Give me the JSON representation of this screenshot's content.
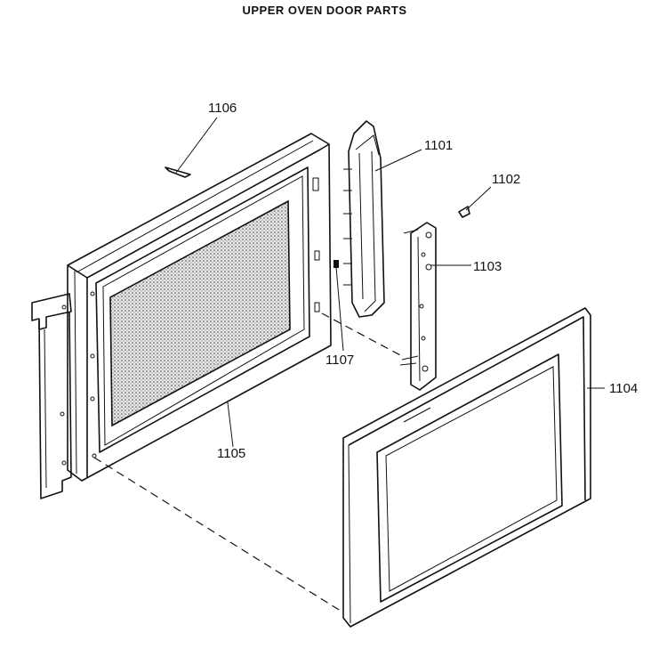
{
  "title": "UPPER OVEN DOOR PARTS",
  "parts": {
    "p1101": "1101",
    "p1102": "1102",
    "p1103": "1103",
    "p1104": "1104",
    "p1105": "1105",
    "p1106": "1106",
    "p1107": "1107"
  },
  "colors": {
    "ink": "#111111",
    "background": "#ffffff",
    "screen": "#cfcfcf"
  }
}
